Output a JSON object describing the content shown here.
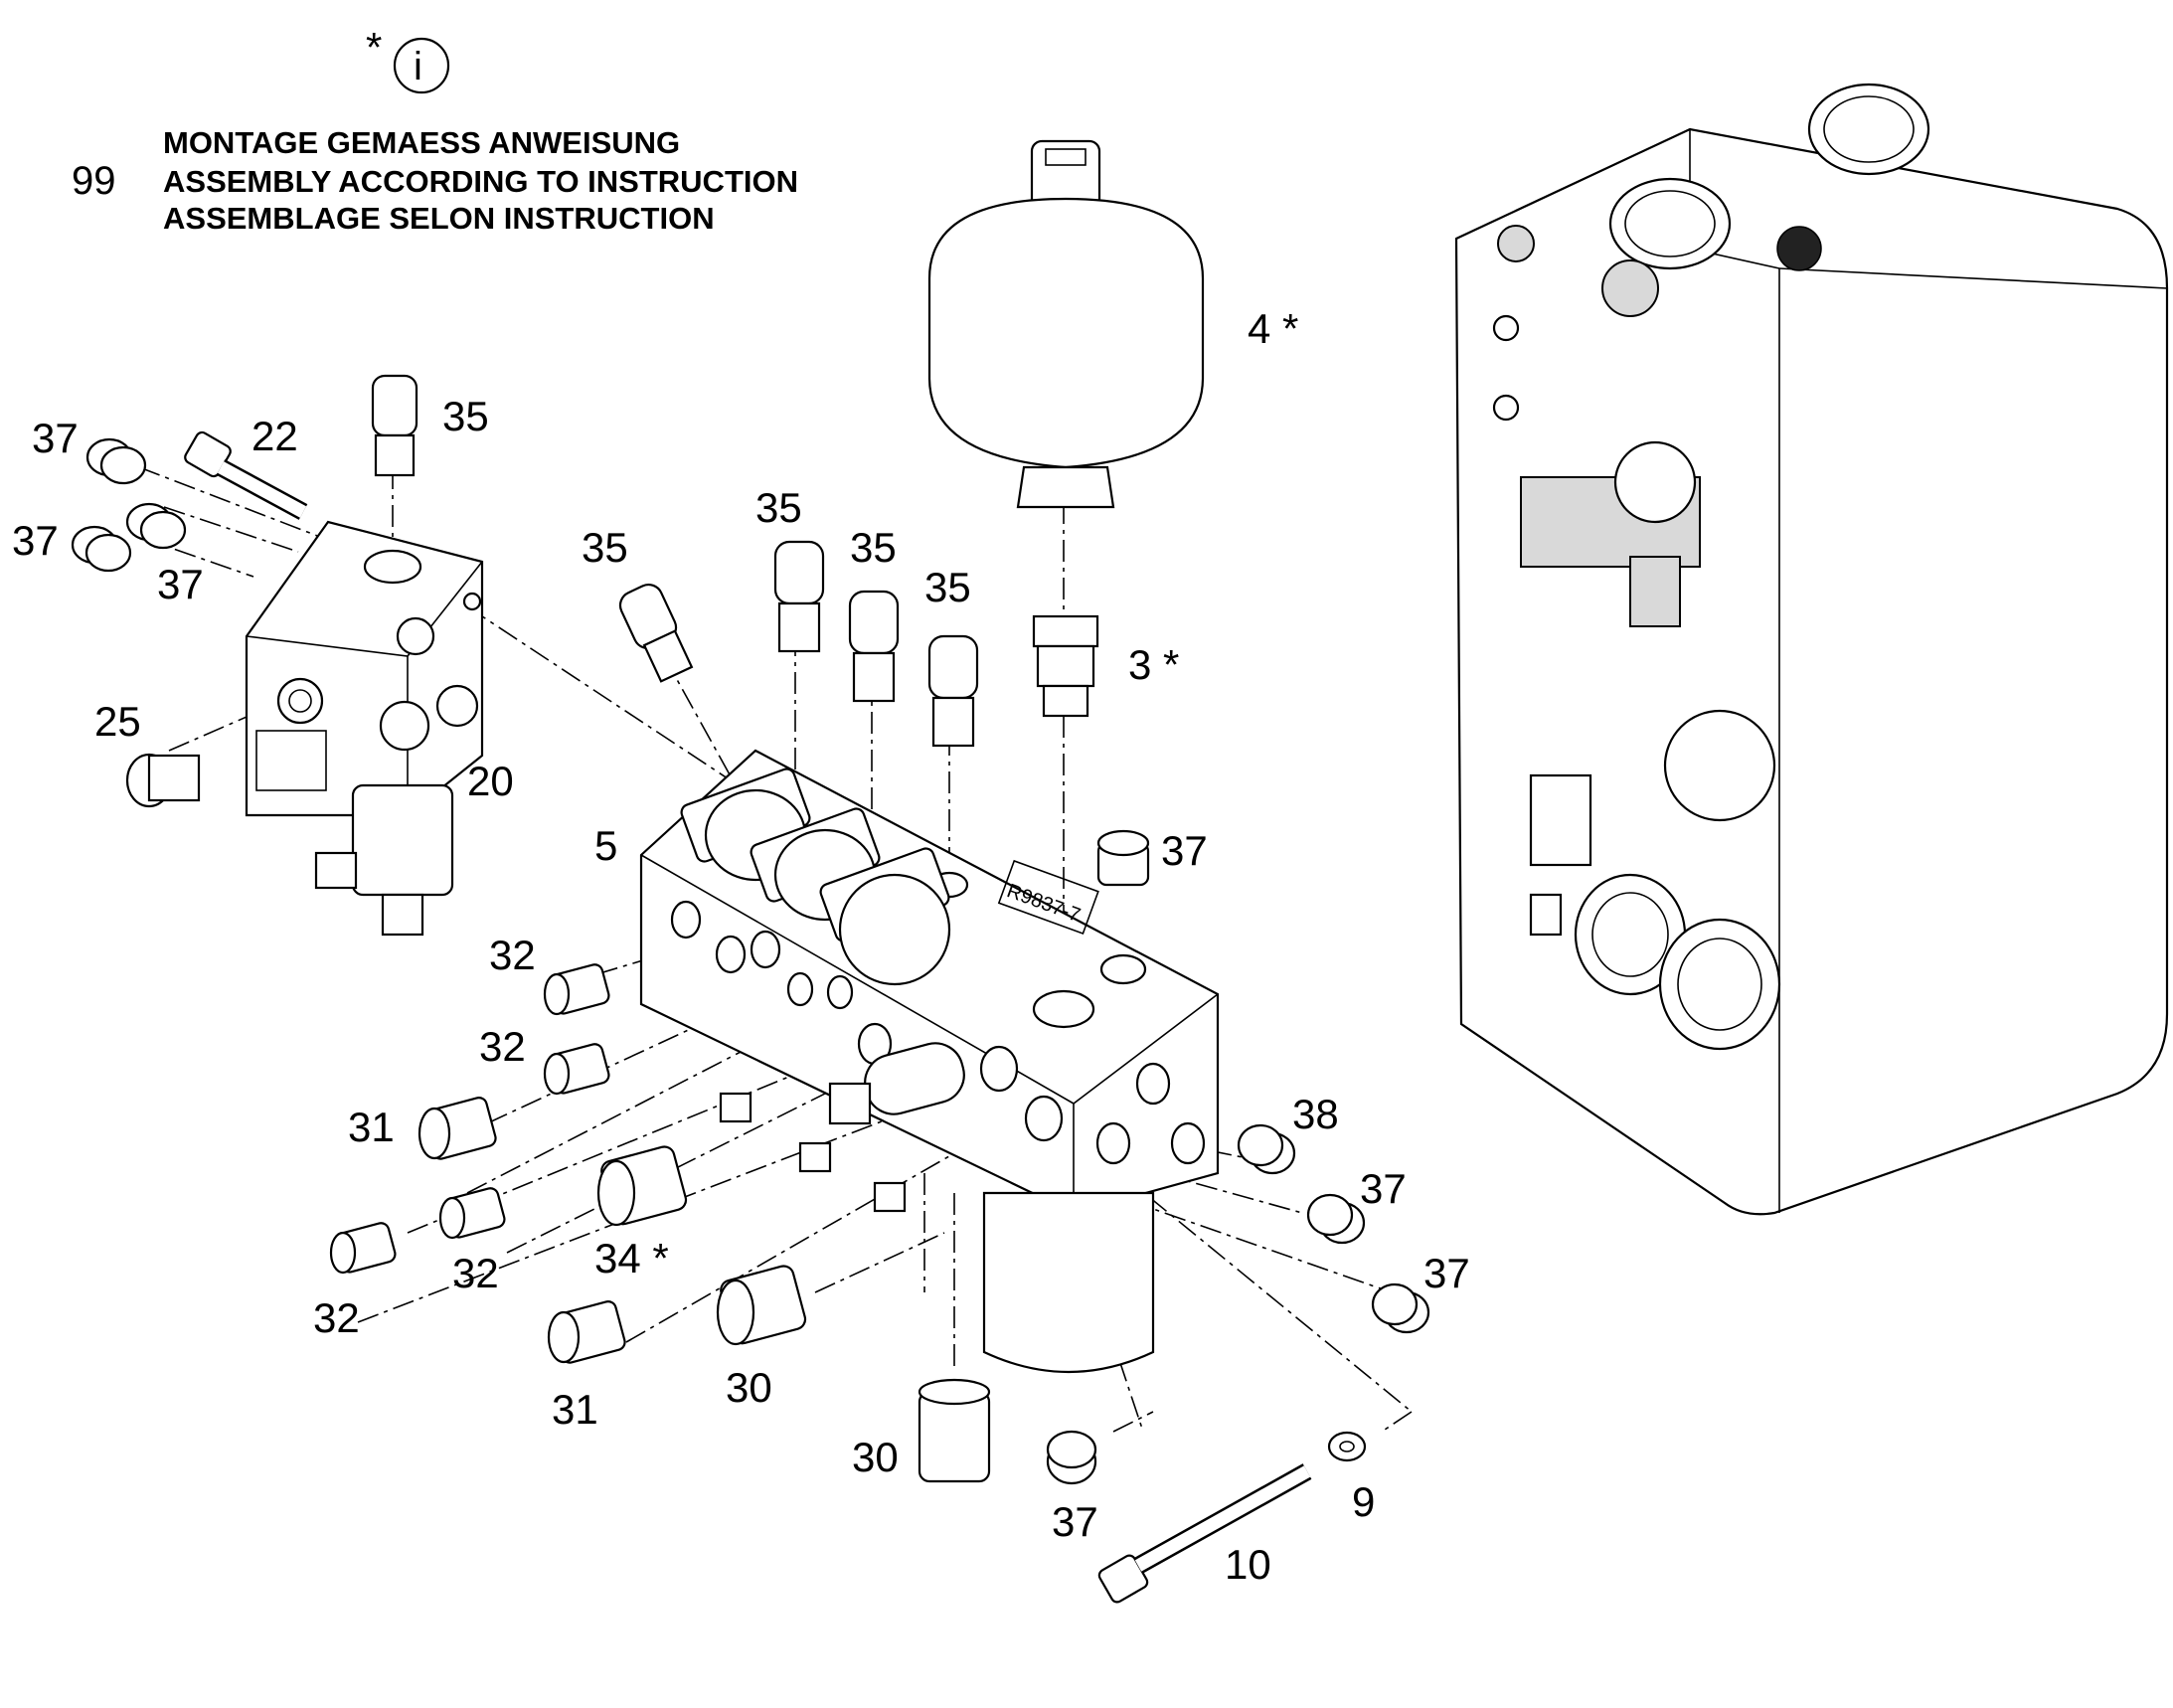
{
  "info_note": {
    "asterisk": "*",
    "icon_letter": "i",
    "ref_number": "99",
    "lines": [
      "MONTAGE GEMAESS ANWEISUNG",
      "ASSEMBLY ACCORDING TO INSTRUCTION",
      "ASSEMBLAGE SELON INSTRUCTION"
    ]
  },
  "part_labels": {
    "p4": "4 *",
    "p3": "3 *",
    "p35a": "35",
    "p35b": "35",
    "p35c": "35",
    "p35d": "35",
    "p35e": "35",
    "p22": "22",
    "p37a": "37",
    "p37b": "37",
    "p37c": "37",
    "p37d": "37",
    "p37e": "37",
    "p37f": "37",
    "p37g": "37",
    "p25": "25",
    "p20": "20",
    "p5": "5",
    "p32a": "32",
    "p32b": "32",
    "p32c": "32",
    "p32d": "32",
    "p31a": "31",
    "p31b": "31",
    "p34": "34 *",
    "p30a": "30",
    "p30b": "30",
    "p38": "38",
    "p9": "9",
    "p10": "10"
  },
  "block_marking": "R9837-7"
}
